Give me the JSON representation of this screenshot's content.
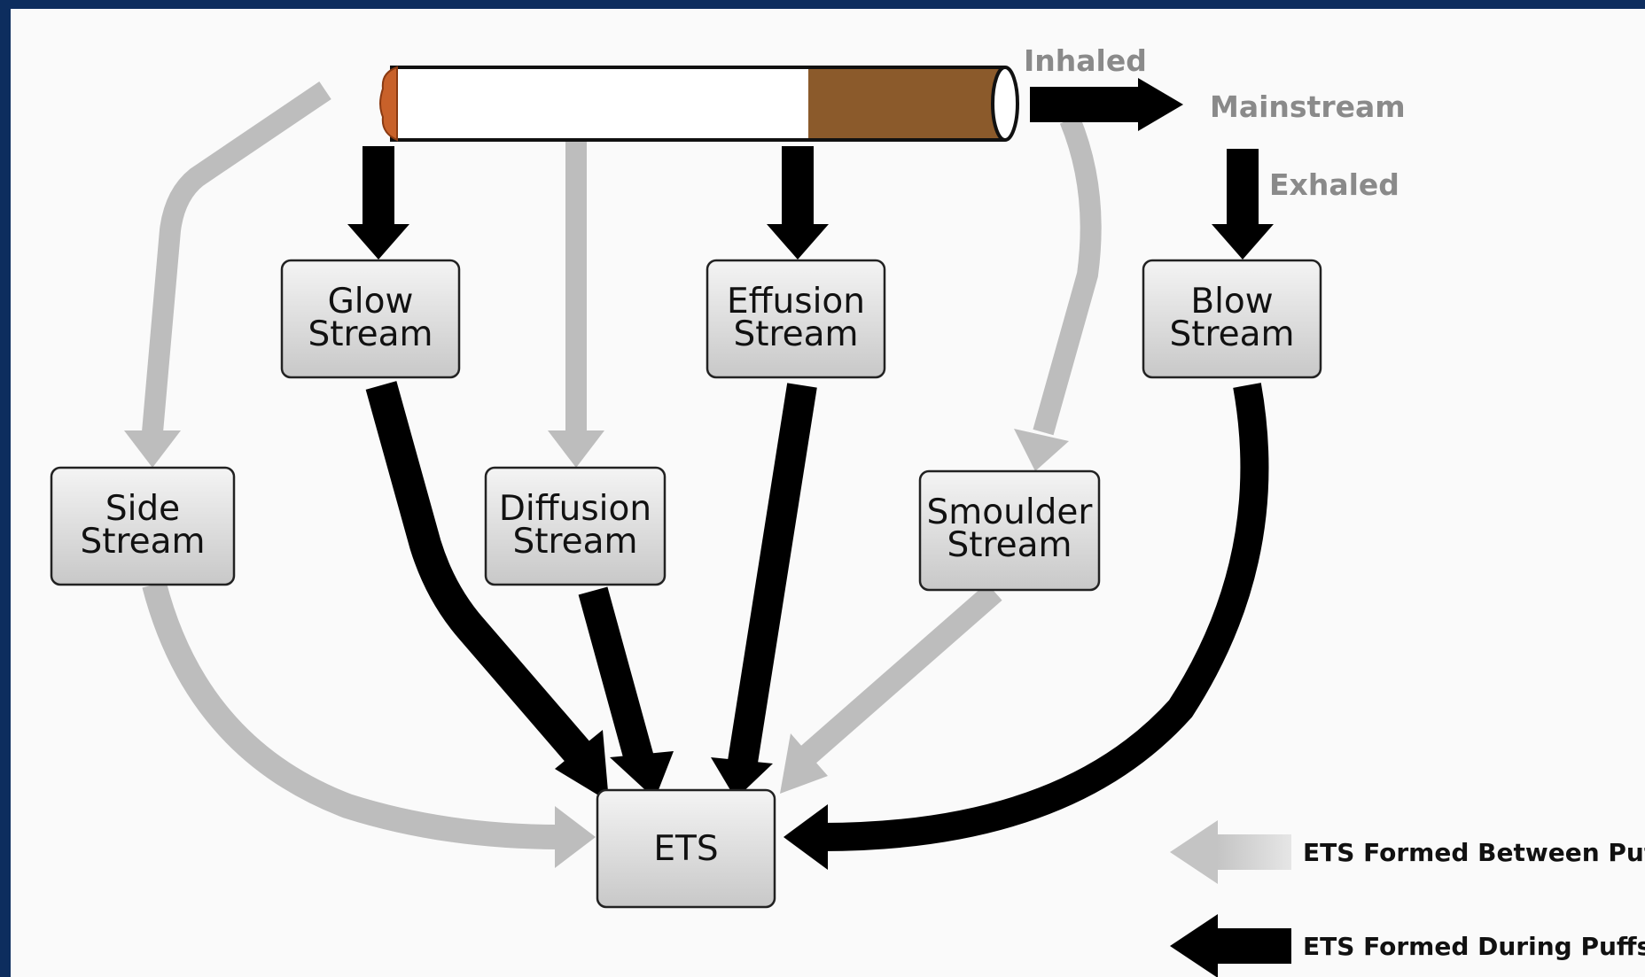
{
  "labels": {
    "inhaled": "Inhaled",
    "mainstream": "Mainstream",
    "exhaled": "Exhaled"
  },
  "boxes": {
    "glow": {
      "line1": "Glow",
      "line2": "Stream"
    },
    "effusion": {
      "line1": "Effusion",
      "line2": "Stream"
    },
    "blow": {
      "line1": "Blow",
      "line2": "Stream"
    },
    "side": {
      "line1": "Side",
      "line2": "Stream"
    },
    "diffusion": {
      "line1": "Diffusion",
      "line2": "Stream"
    },
    "smoulder": {
      "line1": "Smoulder",
      "line2": "Stream"
    },
    "ets": {
      "label": "ETS"
    }
  },
  "legend": {
    "between": "ETS Formed Between Puffs",
    "during": "ETS Formed During Puffs"
  },
  "colors": {
    "background_border": "#0d2d5e",
    "panel": "#fafafa",
    "dark_arrow": "#000000",
    "light_arrow": "#bdbdbd",
    "box_fill": "#dcdcdc",
    "filter": "#8b5a2b"
  }
}
